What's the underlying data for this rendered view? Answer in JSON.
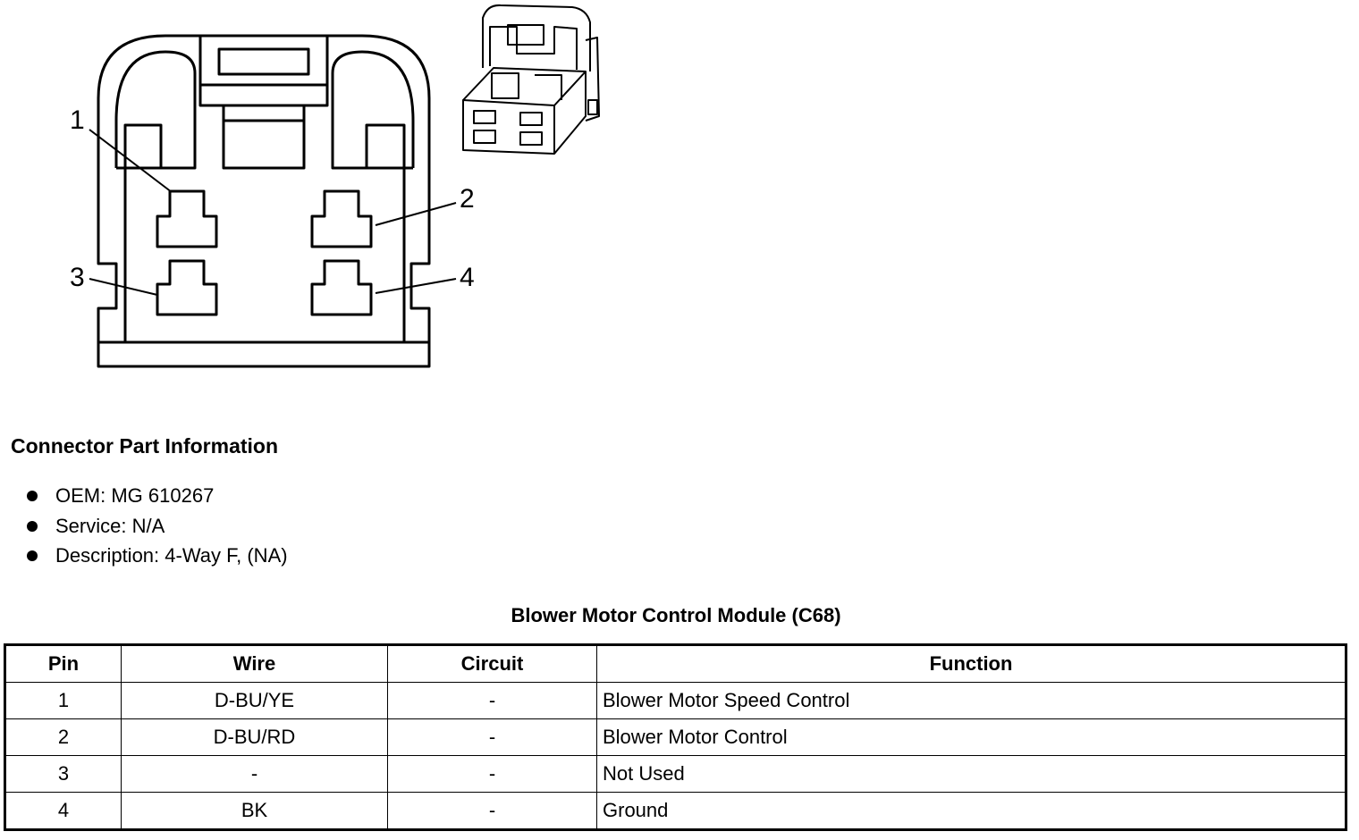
{
  "diagram": {
    "callouts": [
      "1",
      "2",
      "3",
      "4"
    ]
  },
  "connector_info": {
    "heading": "Connector Part Information",
    "items": [
      "OEM: MG 610267",
      "Service: N/A",
      "Description: 4-Way F, (NA)"
    ]
  },
  "pinout": {
    "title": "Blower Motor Control Module (C68)",
    "headers": [
      "Pin",
      "Wire",
      "Circuit",
      "Function"
    ],
    "rows": [
      [
        "1",
        "D-BU/YE",
        "-",
        "Blower Motor Speed Control"
      ],
      [
        "2",
        "D-BU/RD",
        "-",
        "Blower Motor Control"
      ],
      [
        "3",
        "-",
        "-",
        "Not Used"
      ],
      [
        "4",
        "BK",
        "-",
        "Ground"
      ]
    ]
  }
}
